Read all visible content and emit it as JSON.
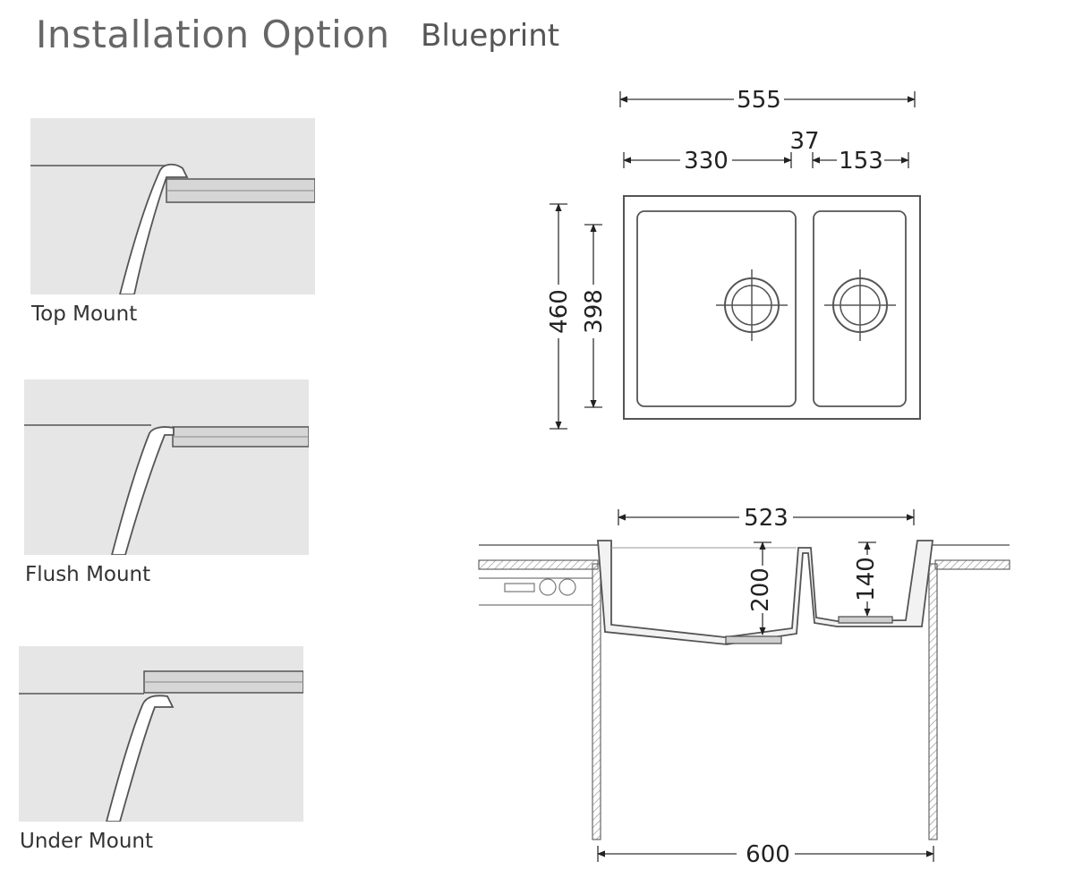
{
  "header": {
    "title": "Installation Option",
    "subtitle": "Blueprint"
  },
  "installation_options": [
    {
      "label": "Top Mount"
    },
    {
      "label": "Flush Mount"
    },
    {
      "label": "Under Mount"
    }
  ],
  "top_view": {
    "overall_width": "555",
    "left_bowl_width": "330",
    "divider": "37",
    "right_bowl_width": "153",
    "overall_depth": "460",
    "bowl_depth": "398"
  },
  "front_view": {
    "inner_width": "523",
    "left_bowl_depth": "200",
    "right_bowl_depth": "140",
    "cabinet_width": "600"
  }
}
